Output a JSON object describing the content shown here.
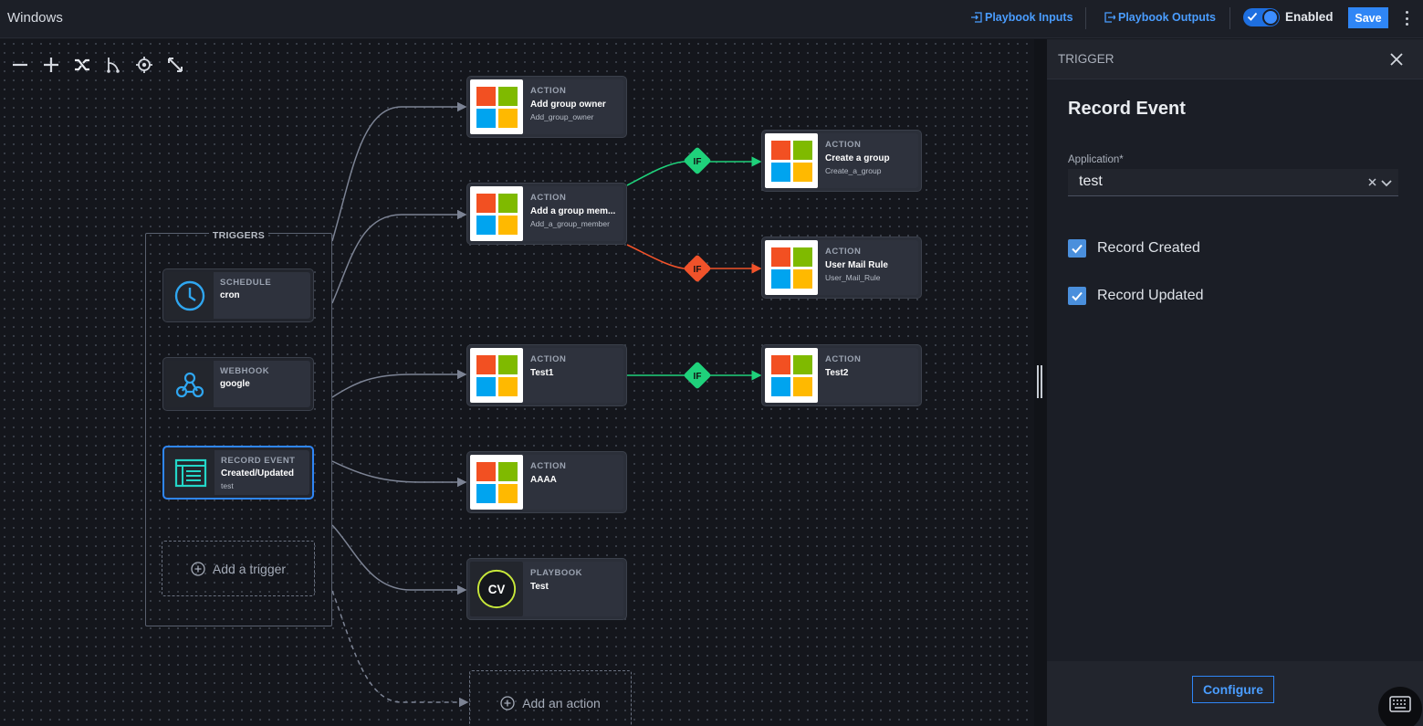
{
  "header": {
    "title": "Windows",
    "playbook_inputs": "Playbook Inputs",
    "playbook_outputs": "Playbook Outputs",
    "enabled_label": "Enabled",
    "enabled": true,
    "save_label": "Save"
  },
  "toolbar": {
    "icons": [
      "zoom-out-icon",
      "zoom-in-icon",
      "auto-layout-icon",
      "connector-icon",
      "center-icon",
      "fit-view-icon"
    ]
  },
  "triggers_group": {
    "label": "TRIGGERS",
    "items": [
      {
        "kind": "SCHEDULE",
        "name": "cron",
        "sub": "",
        "icon": "clock-icon"
      },
      {
        "kind": "WEBHOOK",
        "name": "google",
        "sub": "",
        "icon": "webhook-icon"
      },
      {
        "kind": "RECORD EVENT",
        "name": "Created/Updated",
        "sub": "test",
        "icon": "record-event-icon",
        "selected": true
      }
    ],
    "add_label": "Add a trigger"
  },
  "nodes": [
    {
      "kind": "ACTION",
      "name": "Add group owner",
      "sub": "Add_group_owner"
    },
    {
      "kind": "ACTION",
      "name": "Add a group mem...",
      "sub": "Add_a_group_member"
    },
    {
      "kind": "ACTION",
      "name": "Create a group",
      "sub": "Create_a_group"
    },
    {
      "kind": "ACTION",
      "name": "User Mail Rule",
      "sub": "User_Mail_Rule"
    },
    {
      "kind": "ACTION",
      "name": "Test1",
      "sub": ""
    },
    {
      "kind": "ACTION",
      "name": "Test2",
      "sub": ""
    },
    {
      "kind": "ACTION",
      "name": "AAAA",
      "sub": ""
    },
    {
      "kind": "PLAYBOOK",
      "name": "Test",
      "sub": "",
      "badge": "CV"
    }
  ],
  "conditions": [
    {
      "label": "IF",
      "color": "#1fd17b"
    },
    {
      "label": "IF",
      "color": "#f0522a"
    },
    {
      "label": "IF",
      "color": "#1fd17b"
    }
  ],
  "add_action_label": "Add an action",
  "panel": {
    "section": "TRIGGER",
    "title": "Record Event",
    "application_label": "Application*",
    "application_value": "test",
    "checkboxes": [
      {
        "label": "Record Created",
        "checked": true
      },
      {
        "label": "Record Updated",
        "checked": true
      }
    ],
    "configure_label": "Configure"
  },
  "colors": {
    "accent": "#2f86f6",
    "green_edge": "#1fd17b",
    "red_edge": "#f0522a",
    "edge": "#7c8394"
  }
}
